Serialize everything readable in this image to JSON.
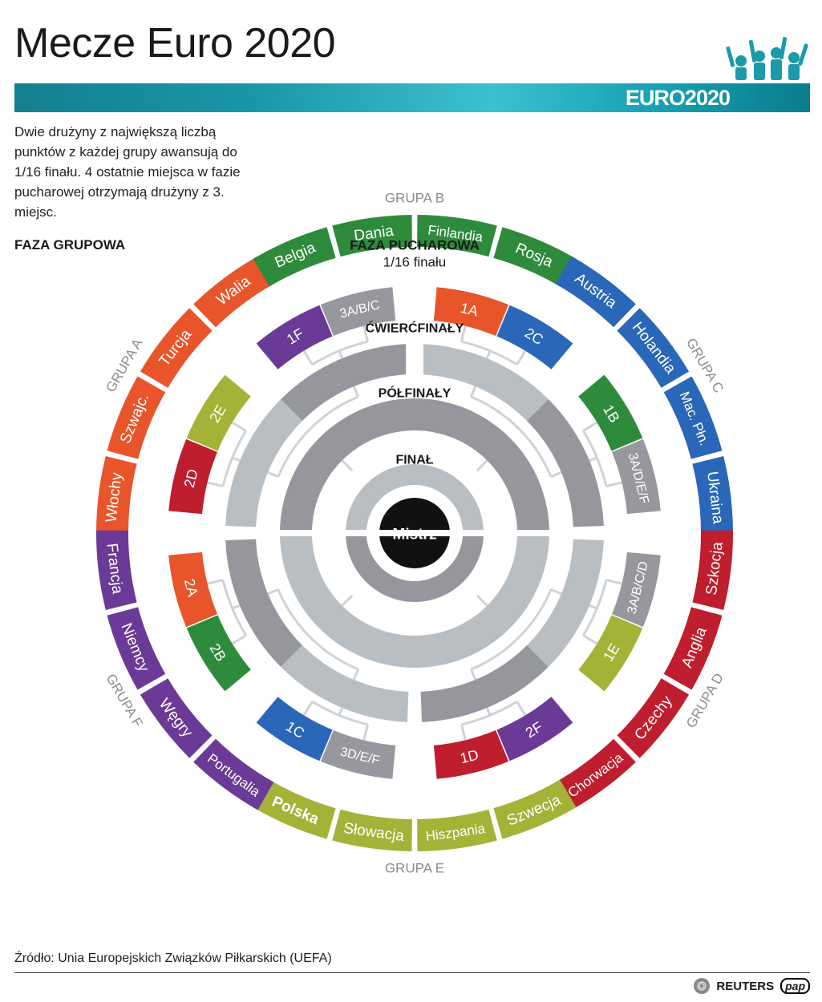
{
  "header": {
    "title": "Mecze Euro 2020",
    "banner_logo": "EURO2020",
    "fans_icon": "fans-icon"
  },
  "description": "Dwie drużyny z największą liczbą punktów z każdej grupy awansują do 1/16 finału. 4 ostatnie miejsca w fazie pucharowej otrzymają drużyny z 3. miejsc.",
  "labels": {
    "faza_grupowa": "FAZA GRUPOWA",
    "faza_pucharowa": "FAZA PUCHAROWA",
    "round_16": "1/16 finału",
    "quarterfinals": "ĆWIERĆFINAŁY",
    "semifinals": "PÓŁFINAŁY",
    "final": "FINAŁ",
    "champion": "Mistrz"
  },
  "colors": {
    "A": "#e8552a",
    "B": "#2e8b3c",
    "C": "#2a67b8",
    "D": "#be1e2d",
    "E": "#a5b238",
    "F": "#6b3a96",
    "third": "#97989d",
    "dark_ring": "#96979c",
    "light_ring": "#b9bec3",
    "banner": "#1a97a7"
  },
  "groups": [
    {
      "name": "GRUPA A",
      "key": "A",
      "teams": [
        "Włochy",
        "Szwajc.",
        "Turcja",
        "Walia"
      ]
    },
    {
      "name": "GRUPA B",
      "key": "B",
      "teams": [
        "Belgia",
        "Dania",
        "Finlandia",
        "Rosja"
      ]
    },
    {
      "name": "GRUPA C",
      "key": "C",
      "teams": [
        "Austria",
        "Holandia",
        "Mac. Płn.",
        "Ukraina"
      ]
    },
    {
      "name": "GRUPA D",
      "key": "D",
      "teams": [
        "Szkocja",
        "Anglia",
        "Czechy",
        "Chorwacja"
      ]
    },
    {
      "name": "GRUPA E",
      "key": "E",
      "teams": [
        "Szwecja",
        "Hiszpania",
        "Słowacja",
        "Polska"
      ],
      "highlight": "Polska"
    },
    {
      "name": "GRUPA F",
      "key": "F",
      "teams": [
        "Portugalia",
        "Węgry",
        "Niemcy",
        "Francja"
      ]
    }
  ],
  "round_of_16": [
    {
      "label": "1A",
      "key": "A"
    },
    {
      "label": "2C",
      "key": "C"
    },
    {
      "label": "1B",
      "key": "B"
    },
    {
      "label": "3A/D/E/F",
      "key": "third"
    },
    {
      "label": "3A/B/C/D",
      "key": "third"
    },
    {
      "label": "1E",
      "key": "E"
    },
    {
      "label": "2F",
      "key": "F"
    },
    {
      "label": "1D",
      "key": "D"
    },
    {
      "label": "3D/E/F",
      "key": "third"
    },
    {
      "label": "1C",
      "key": "C"
    },
    {
      "label": "2B",
      "key": "B"
    },
    {
      "label": "2A",
      "key": "A"
    },
    {
      "label": "2D",
      "key": "D"
    },
    {
      "label": "2E",
      "key": "E"
    },
    {
      "label": "1F",
      "key": "F"
    },
    {
      "label": "3A/B/C",
      "key": "third"
    }
  ],
  "footer": {
    "source": "Źródło: Unia Europejskich Związków Piłkarskich (UEFA)",
    "reuters": "REUTERS",
    "pap": "pap"
  }
}
